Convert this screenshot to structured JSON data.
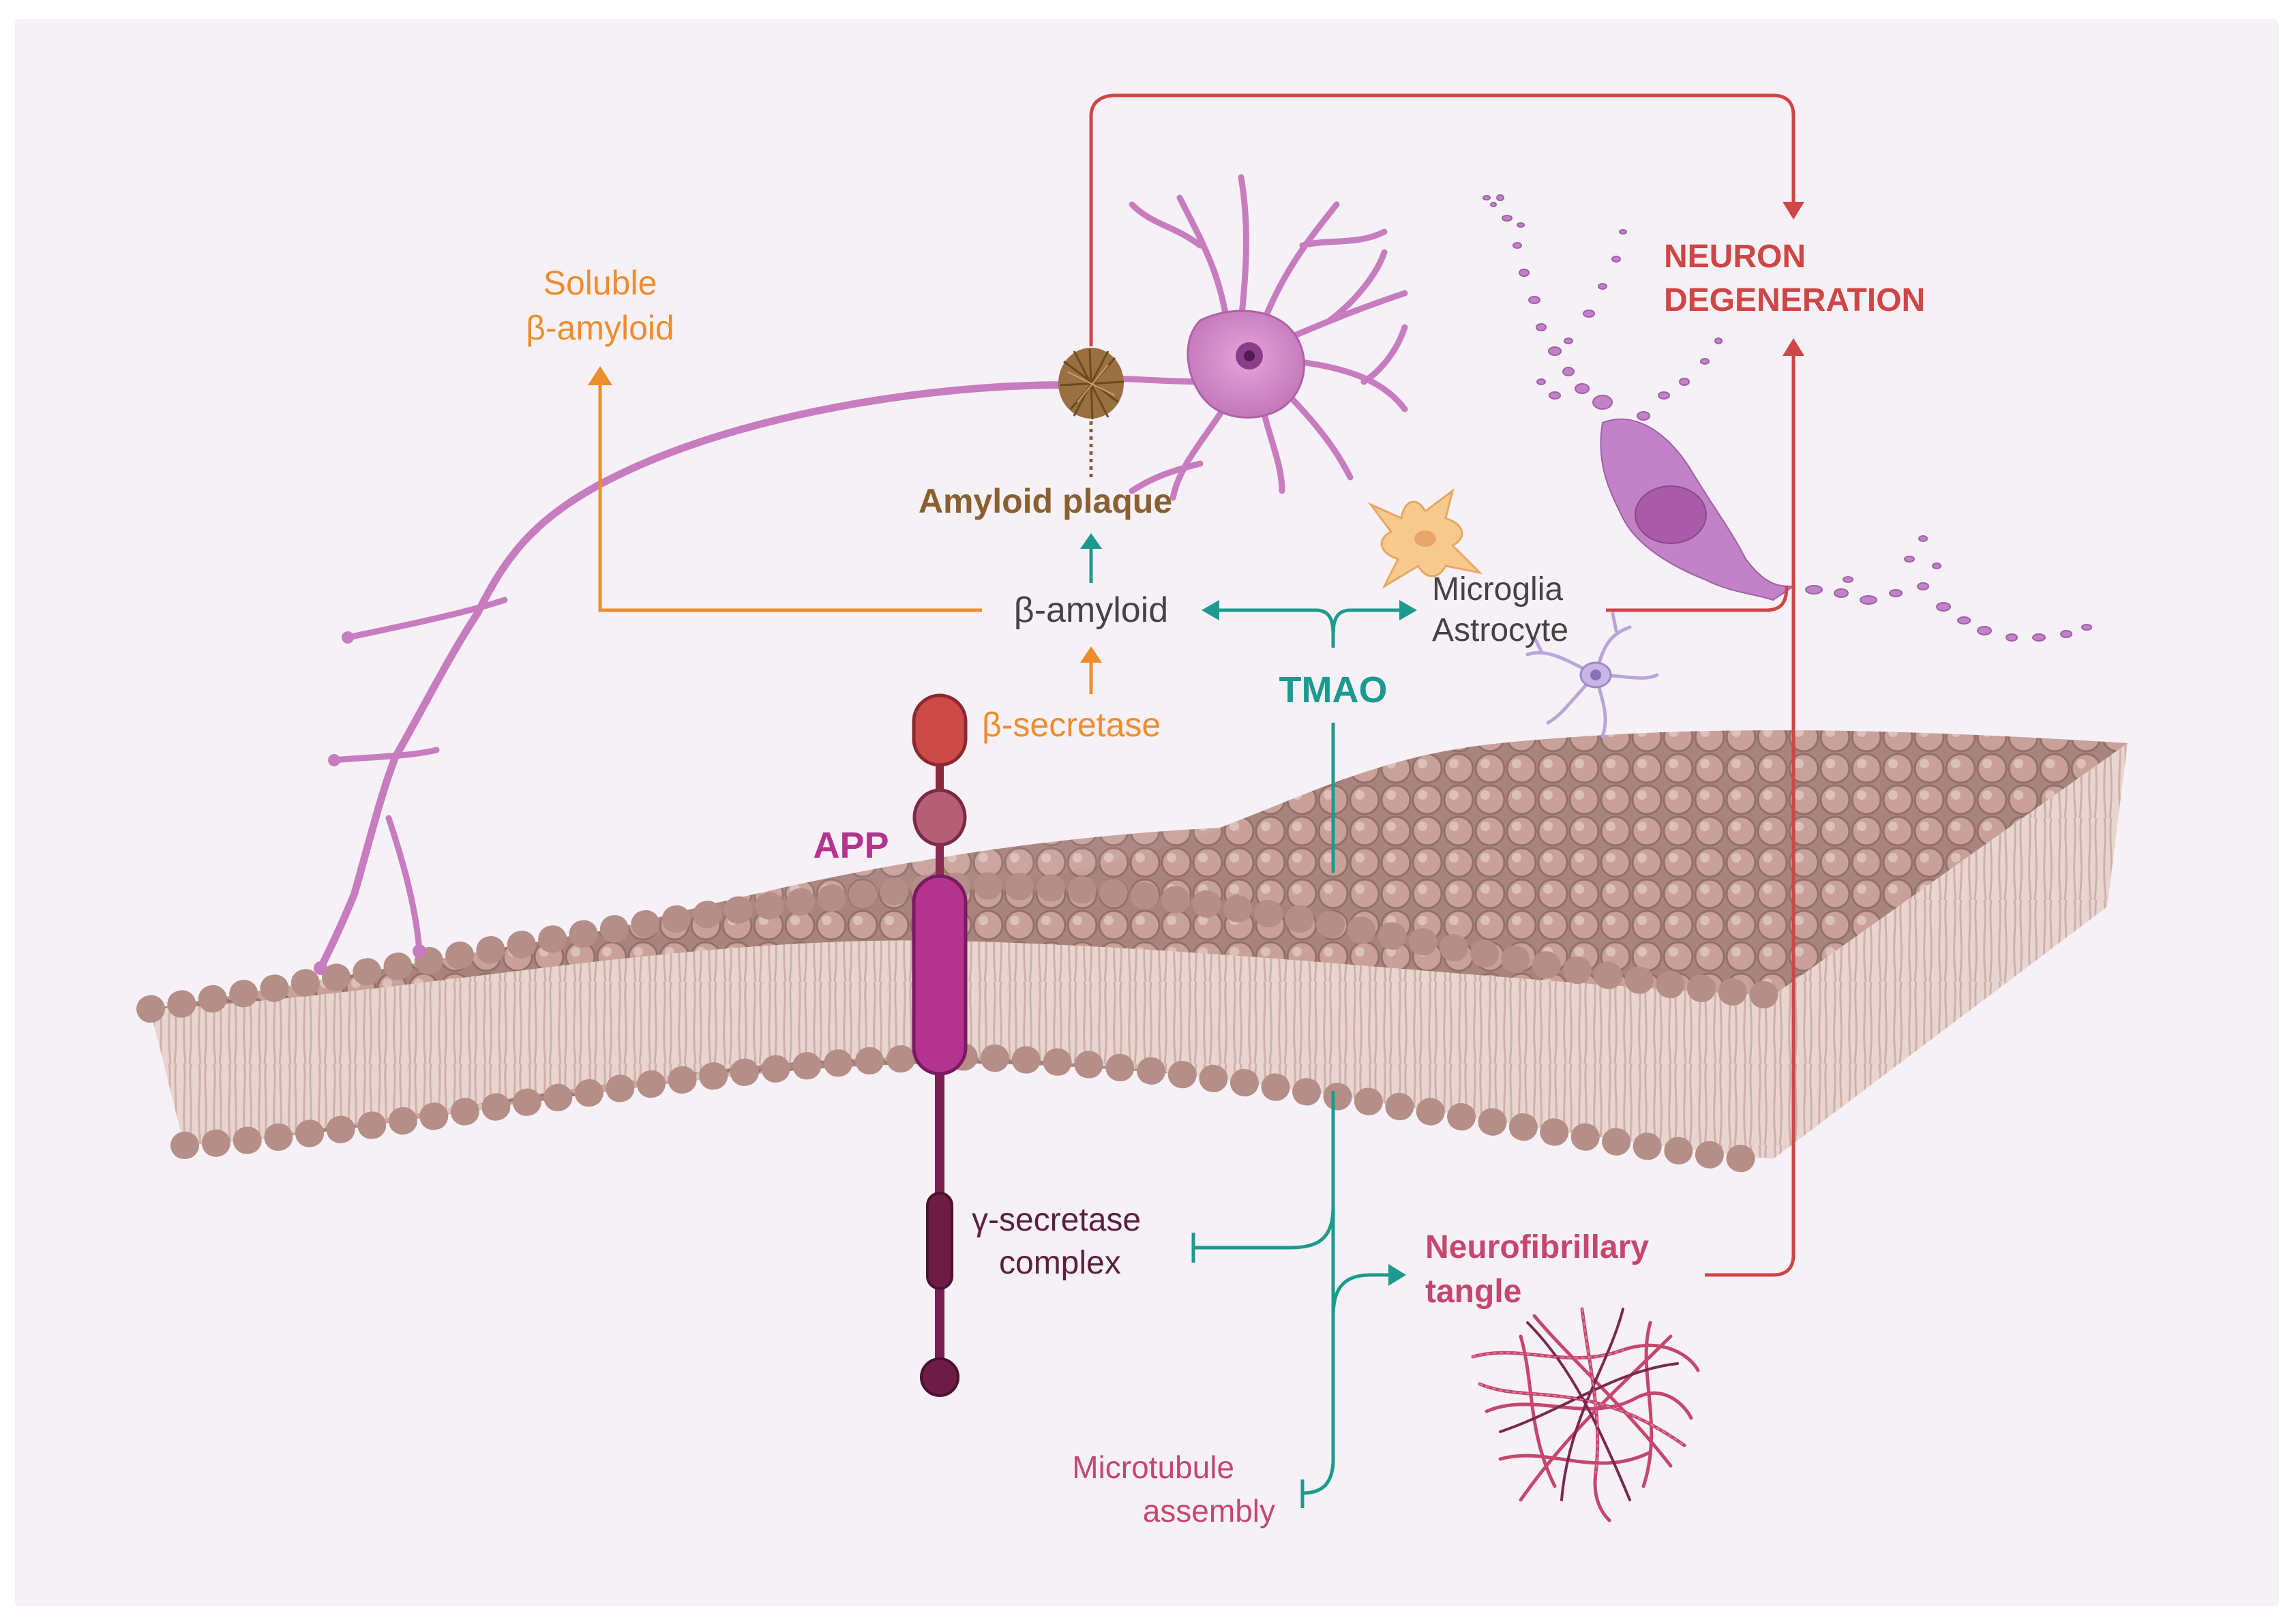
{
  "labels": {
    "soluble_line1": "Soluble",
    "soluble_line2": "β-amyloid",
    "amyloid_plaque": "Amyloid plaque",
    "beta_amyloid": "β-amyloid",
    "beta_secretase": "β-secretase",
    "app": "APP",
    "tmao": "TMAO",
    "microglia": "Microglia",
    "astrocyte": "Astrocyte",
    "neuron_deg_line1": "NEURON",
    "neuron_deg_line2": "DEGENERATION",
    "gamma_line1": "γ-secretase",
    "gamma_line2": "complex",
    "tangle_line1": "Neurofibrillary",
    "tangle_line2": "tangle",
    "microtubule_line1": "Microtubule",
    "microtubule_line2": "assembly"
  },
  "colors": {
    "background": "#f6f1f6",
    "orange": "#ee8d2d",
    "teal": "#1c9a8f",
    "red": "#d04545",
    "brown": "#8a6030",
    "magenta": "#b4338f",
    "crimson": "#c5476d",
    "dark_text": "#444444",
    "membrane_head": "#c89c95",
    "membrane_tail": "#dcc3bd",
    "neuron": "#c87cc0"
  },
  "icons": {
    "neuron": "neuron-cell-icon",
    "plaque": "amyloid-plaque-icon",
    "astrocyte": "astrocyte-cell-icon",
    "microglia": "microglia-cell-icon",
    "degenerating_neuron": "degenerating-neuron-icon",
    "tangle": "neurofibrillary-tangle-icon",
    "app_protein": "app-protein-icon",
    "membrane": "lipid-bilayer-icon"
  }
}
